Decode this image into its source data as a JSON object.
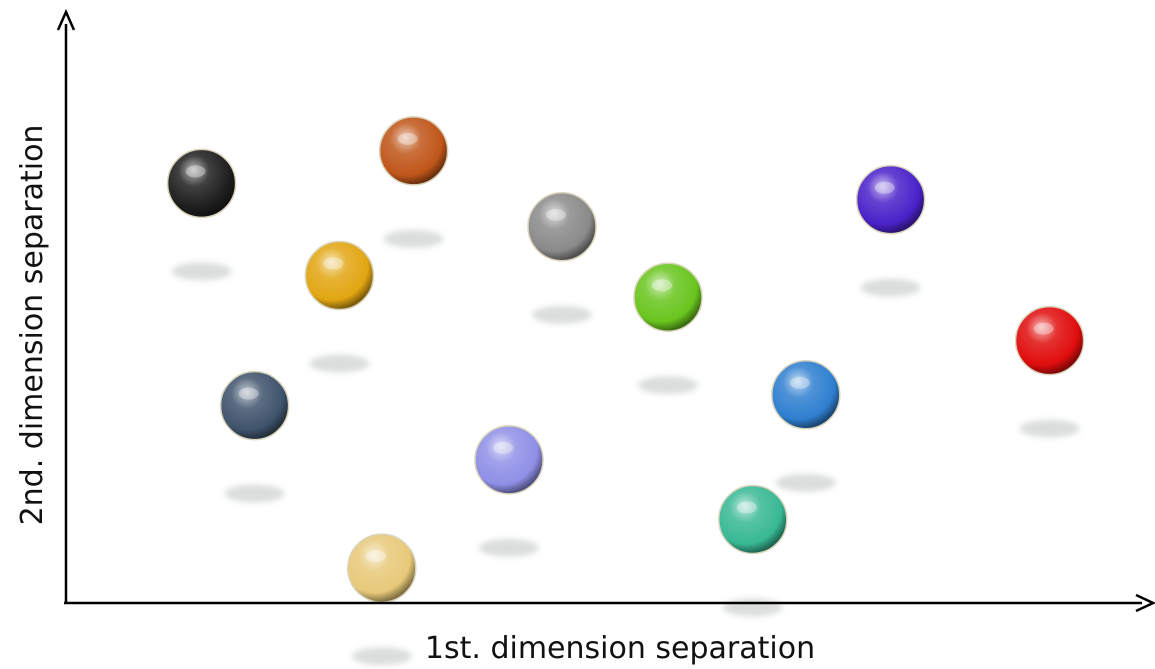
{
  "diagram": {
    "x_axis_label": "1st. dimension separation",
    "y_axis_label": "2nd. dimension separation"
  },
  "chart_data": {
    "type": "scatter",
    "xlabel": "1st. dimension separation",
    "ylabel": "2nd. dimension separation",
    "xlim": [
      0,
      100
    ],
    "ylim": [
      0,
      100
    ],
    "grid": false,
    "points": [
      {
        "color": "#1e1e1e",
        "x": 11,
        "y": 80
      },
      {
        "color": "#c0561a",
        "x": 31,
        "y": 86
      },
      {
        "color": "#8a8a8a",
        "x": 45,
        "y": 72
      },
      {
        "color": "#e2a613",
        "x": 24,
        "y": 63
      },
      {
        "color": "#69c51e",
        "x": 55,
        "y": 59
      },
      {
        "color": "#4a22c9",
        "x": 76,
        "y": 77
      },
      {
        "color": "#e00d0d",
        "x": 91,
        "y": 51
      },
      {
        "color": "#3f536c",
        "x": 16,
        "y": 39
      },
      {
        "color": "#2f7fd0",
        "x": 68,
        "y": 41
      },
      {
        "color": "#8f8fe6",
        "x": 40,
        "y": 29
      },
      {
        "color": "#38b894",
        "x": 63,
        "y": 18
      },
      {
        "color": "#e8c97a",
        "x": 28,
        "y": 9
      }
    ]
  }
}
